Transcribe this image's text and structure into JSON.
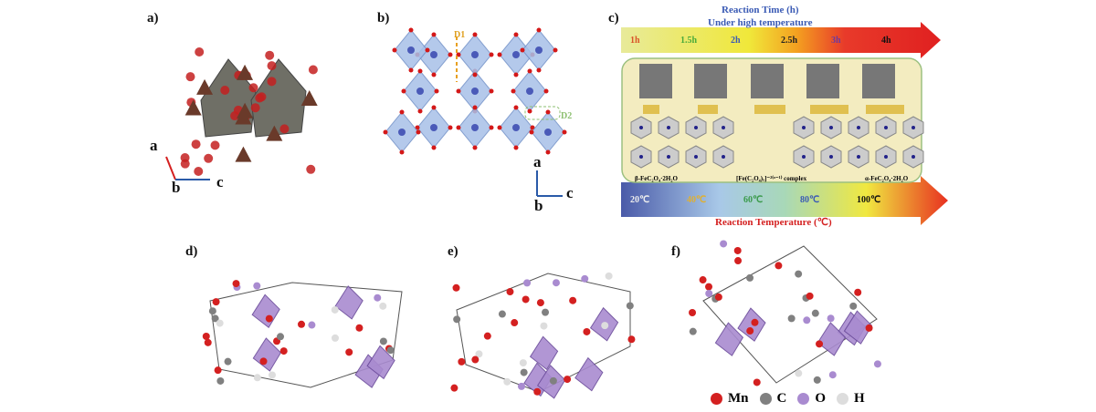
{
  "panels": {
    "a": "a)",
    "b": "b)",
    "c": "c)",
    "d": "d)",
    "e": "e)",
    "f": "f)"
  },
  "axes_a": {
    "a": "a",
    "b": "b",
    "c": "c"
  },
  "axes_b": {
    "a": "a",
    "b": "b",
    "c": "c",
    "d1": "D1",
    "d2": "D2"
  },
  "panel_c": {
    "title1": "Reaction Time (h)",
    "title2": "Under high temperature",
    "times": [
      {
        "t": "1h",
        "color": "#d9542a"
      },
      {
        "t": "1.5h",
        "color": "#4aaa3a"
      },
      {
        "t": "2h",
        "color": "#3b5bb5"
      },
      {
        "t": "2.5h",
        "color": "#222"
      },
      {
        "t": "3h",
        "color": "#6b3aa0"
      },
      {
        "t": "4h",
        "color": "#111"
      }
    ],
    "start": "β-FeC₂O₄·2H₂O",
    "middle": "[Fe(C₂O₄)ₓ]⁻²⁽ˣ⁻¹⁾ complex",
    "end": "α-FeC₂O₄·2H₂O",
    "temps": [
      {
        "t": "20℃",
        "color": "#eee"
      },
      {
        "t": "40℃",
        "color": "#e0b030"
      },
      {
        "t": "60℃",
        "color": "#3a9a4a"
      },
      {
        "t": "80℃",
        "color": "#3b5bb5"
      },
      {
        "t": "100℃",
        "color": "#111"
      }
    ],
    "temp_title": "Reaction Temperature (℃)"
  },
  "legend": [
    {
      "label": "Mn",
      "color": "#d42020"
    },
    {
      "label": "C",
      "color": "#808080"
    },
    {
      "label": "O",
      "color": "#a98bd0"
    },
    {
      "label": "H",
      "color": "#dddddd"
    }
  ]
}
